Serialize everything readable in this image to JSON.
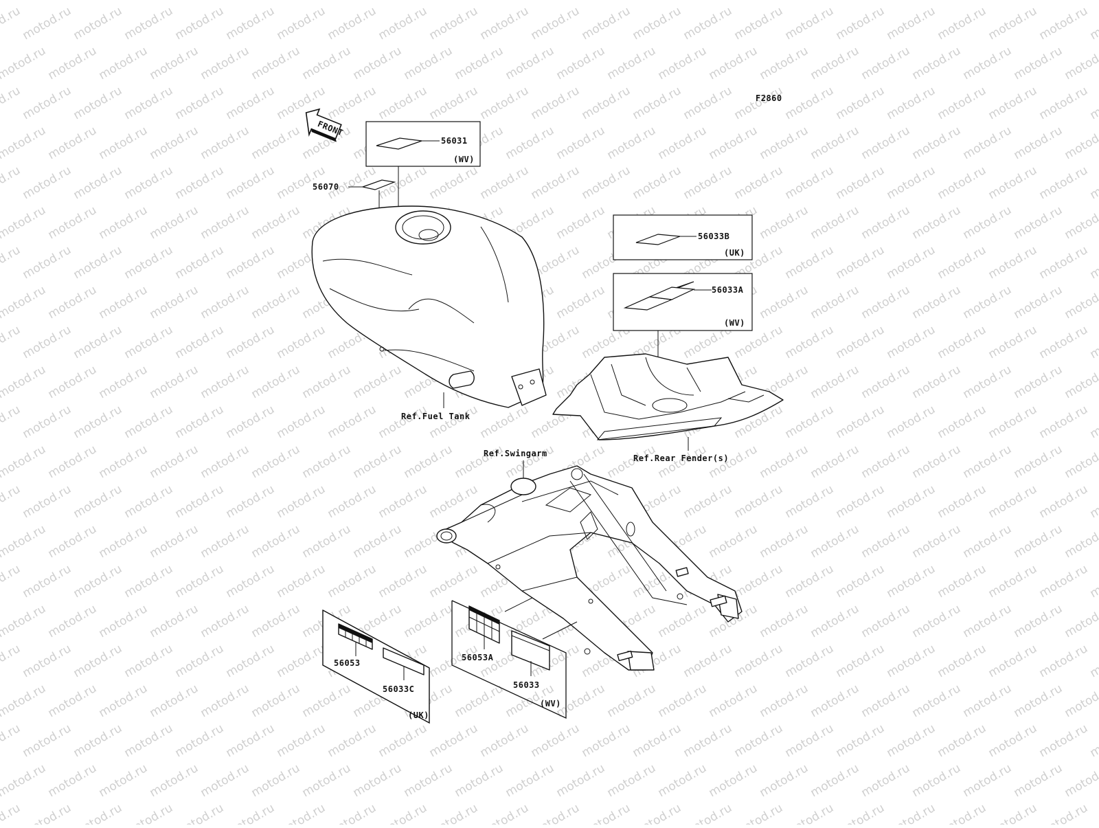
{
  "watermark": "motod.ru",
  "figure_code": "F2860",
  "front_arrow": "FRONT",
  "refs": {
    "fuel_tank": "Ref.Fuel Tank",
    "rear_fender": "Ref.Rear Fender(s)",
    "swingarm": "Ref.Swingarm"
  },
  "parts": {
    "p56031": "56031",
    "p56070": "56070",
    "p56033B": "56033B",
    "p56033A": "56033A",
    "p56053": "56053",
    "p56033C": "56033C",
    "p56053A": "56053A",
    "p56033": "56033"
  },
  "markets": {
    "wv_top": "(WV)",
    "uk_mid": "(UK)",
    "wv_mid": "(WV)",
    "uk_bottom": "(UK)",
    "wv_bottom": "(WV)"
  }
}
